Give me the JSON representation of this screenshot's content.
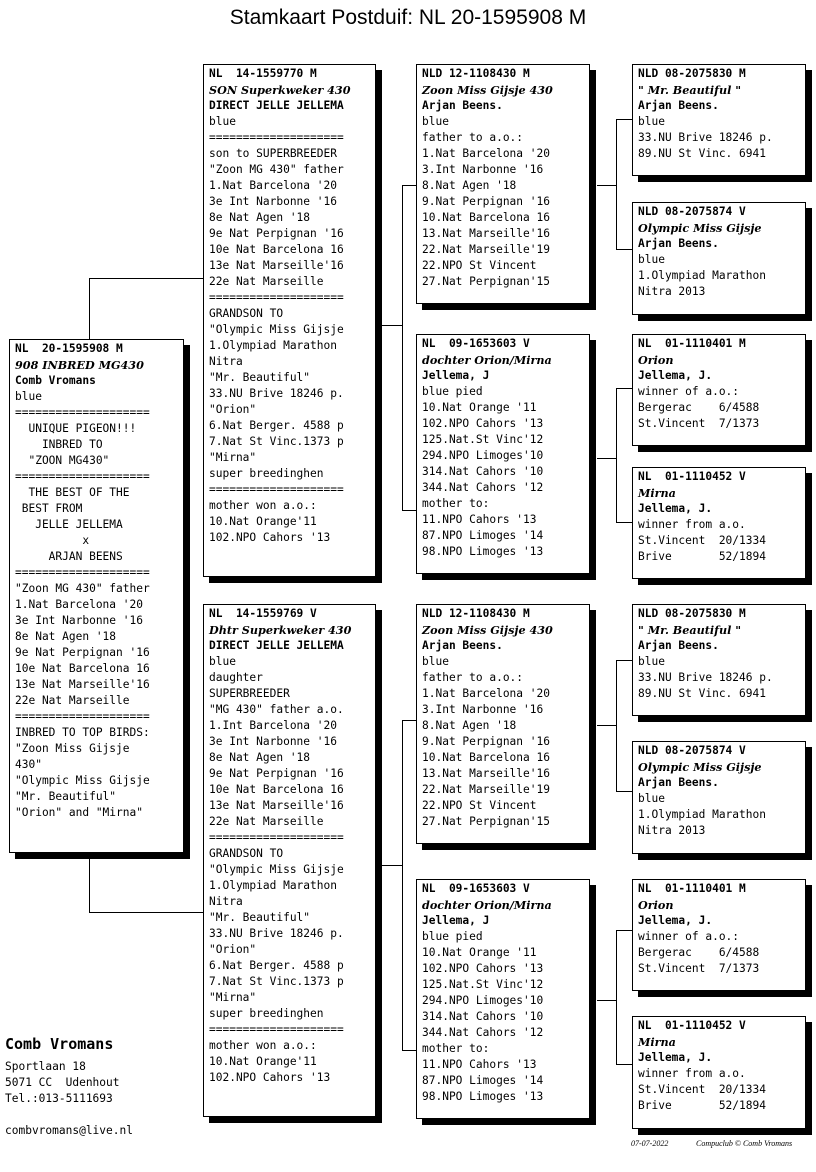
{
  "title": "Stamkaart Postduif: NL  20-1595908 M",
  "cards": {
    "main": {
      "ring": "NL  20-1595908 M",
      "name": "908 INBRED MG430",
      "owner": "Comb Vromans",
      "lines": [
        "blue",
        "====================",
        "  UNIQUE PIGEON!!!",
        "    INBRED TO",
        "  \"ZOON MG430\"",
        "====================",
        "  THE BEST OF THE",
        " BEST FROM",
        "   JELLE JELLEMA",
        "          x",
        "     ARJAN BEENS",
        "====================",
        "\"Zoon MG 430\" father",
        "1.Nat Barcelona '20",
        "3e Int Narbonne '16",
        "8e Nat Agen '18",
        "9e Nat Perpignan '16",
        "10e Nat Barcelona 16",
        "13e Nat Marseille'16",
        "22e Nat Marseille",
        "====================",
        "INBRED TO TOP BIRDS:",
        "\"Zoon Miss Gijsje",
        "430\"",
        "\"Olympic Miss Gijsje",
        "\"Mr. Beautiful\"",
        "\"Orion\" and \"Mirna\""
      ]
    },
    "father": {
      "ring": "NL  14-1559770 M",
      "name": "SON Superkweker 430",
      "owner": "DIRECT JELLE JELLEMA",
      "lines": [
        "blue",
        "====================",
        "son to SUPERBREEDER",
        "\"Zoon MG 430\" father",
        "1.Nat Barcelona '20",
        "3e Int Narbonne '16",
        "8e Nat Agen '18",
        "9e Nat Perpignan '16",
        "10e Nat Barcelona 16",
        "13e Nat Marseille'16",
        "22e Nat Marseille",
        "====================",
        "GRANDSON TO",
        "\"Olympic Miss Gijsje",
        "1.Olympiad Marathon",
        "Nitra",
        "\"Mr. Beautiful\"",
        "33.NU Brive 18246 p.",
        "\"Orion\"",
        "6.Nat Berger. 4588 p",
        "7.Nat St Vinc.1373 p",
        "\"Mirna\"",
        "super breedinghen",
        "====================",
        "mother won a.o.:",
        "10.Nat Orange'11",
        "102.NPO Cahors '13"
      ]
    },
    "mother": {
      "ring": "NL  14-1559769 V",
      "name": "Dhtr Superkweker 430",
      "owner": "DIRECT JELLE JELLEMA",
      "lines": [
        "blue",
        "daughter",
        "SUPERBREEDER",
        "\"MG 430\" father a.o.",
        "1.Int Barcelona '20",
        "3e Int Narbonne '16",
        "8e Nat Agen '18",
        "9e Nat Perpignan '16",
        "10e Nat Barcelona 16",
        "13e Nat Marseille'16",
        "22e Nat Marseille",
        "====================",
        "GRANDSON TO",
        "\"Olympic Miss Gijsje",
        "1.Olympiad Marathon",
        "Nitra",
        "\"Mr. Beautiful\"",
        "33.NU Brive 18246 p.",
        "\"Orion\"",
        "6.Nat Berger. 4588 p",
        "7.Nat St Vinc.1373 p",
        "\"Mirna\"",
        "super breedinghen",
        "====================",
        "mother won a.o.:",
        "10.Nat Orange'11",
        "102.NPO Cahors '13"
      ]
    },
    "ff": {
      "ring": "NLD 12-1108430 M",
      "name": "Zoon Miss Gijsje 430",
      "owner": "Arjan Beens.",
      "lines": [
        "blue",
        "father to a.o.:",
        "1.Nat Barcelona '20",
        "3.Int Narbonne '16",
        "8.Nat Agen '18",
        "9.Nat Perpignan '16",
        "10.Nat Barcelona 16",
        "13.Nat Marseille'16",
        "22.Nat Marseille'19",
        "22.NPO St Vincent",
        "27.Nat Perpignan'15"
      ]
    },
    "fm": {
      "ring": "NL  09-1653603 V",
      "name": "dochter Orion/Mirna",
      "owner": "Jellema, J",
      "lines": [
        "blue pied",
        "10.Nat Orange '11",
        "102.NPO Cahors '13",
        "125.Nat.St Vinc'12",
        "294.NPO Limoges'10",
        "314.Nat Cahors '10",
        "344.Nat Cahors '12",
        "mother to:",
        "11.NPO Cahors '13",
        "87.NPO Limoges '14",
        "98.NPO Limoges '13"
      ]
    },
    "mf": {
      "ring": "NLD 12-1108430 M",
      "name": "Zoon Miss Gijsje 430",
      "owner": "Arjan Beens.",
      "lines": [
        "blue",
        "father to a.o.:",
        "1.Nat Barcelona '20",
        "3.Int Narbonne '16",
        "8.Nat Agen '18",
        "9.Nat Perpignan '16",
        "10.Nat Barcelona 16",
        "13.Nat Marseille'16",
        "22.Nat Marseille'19",
        "22.NPO St Vincent",
        "27.Nat Perpignan'15"
      ]
    },
    "mm": {
      "ring": "NL  09-1653603 V",
      "name": "dochter Orion/Mirna",
      "owner": "Jellema, J",
      "lines": [
        "blue pied",
        "10.Nat Orange '11",
        "102.NPO Cahors '13",
        "125.Nat.St Vinc'12",
        "294.NPO Limoges'10",
        "314.Nat Cahors '10",
        "344.Nat Cahors '12",
        "mother to:",
        "11.NPO Cahors '13",
        "87.NPO Limoges '14",
        "98.NPO Limoges '13"
      ]
    },
    "fff": {
      "ring": "NLD 08-2075830 M",
      "name": "\" Mr. Beautiful \"",
      "owner": "Arjan Beens.",
      "lines": [
        "blue",
        "33.NU Brive 18246 p.",
        "89.NU St Vinc. 6941"
      ]
    },
    "ffm": {
      "ring": "NLD 08-2075874 V",
      "name": "Olympic Miss Gijsje",
      "owner": "Arjan Beens.",
      "lines": [
        "blue",
        "1.Olympiad Marathon",
        "Nitra 2013"
      ]
    },
    "fmf": {
      "ring": "NL  01-1110401 M",
      "name": "Orion",
      "owner": "Jellema, J.",
      "lines": [
        "winner of a.o.:",
        "Bergerac    6/4588",
        "St.Vincent  7/1373"
      ]
    },
    "fmm": {
      "ring": "NL  01-1110452 V",
      "name": "Mirna",
      "owner": "Jellema, J.",
      "lines": [
        "winner from a.o.",
        "St.Vincent  20/1334",
        "Brive       52/1894"
      ]
    },
    "mff": {
      "ring": "NLD 08-2075830 M",
      "name": "\" Mr. Beautiful \"",
      "owner": "Arjan Beens.",
      "lines": [
        "blue",
        "33.NU Brive 18246 p.",
        "89.NU St Vinc. 6941"
      ]
    },
    "mfm": {
      "ring": "NLD 08-2075874 V",
      "name": "Olympic Miss Gijsje",
      "owner": "Arjan Beens.",
      "lines": [
        "blue",
        "1.Olympiad Marathon",
        "Nitra 2013"
      ]
    },
    "mmf": {
      "ring": "NL  01-1110401 M",
      "name": "Orion",
      "owner": "Jellema, J.",
      "lines": [
        "winner of a.o.:",
        "Bergerac    6/4588",
        "St.Vincent  7/1373"
      ]
    },
    "mmm": {
      "ring": "NL  01-1110452 V",
      "name": "Mirna",
      "owner": "Jellema, J.",
      "lines": [
        "winner from a.o.",
        "St.Vincent  20/1334",
        "Brive       52/1894"
      ]
    }
  },
  "footer": {
    "name": "Comb Vromans",
    "street": "Sportlaan 18",
    "city": "5071 CC  Udenhout",
    "tel": "Tel.:013-5111693",
    "email": "combvromans@live.nl",
    "date": "07-07-2022",
    "credit": "Compuclub © Comb Vromans"
  }
}
